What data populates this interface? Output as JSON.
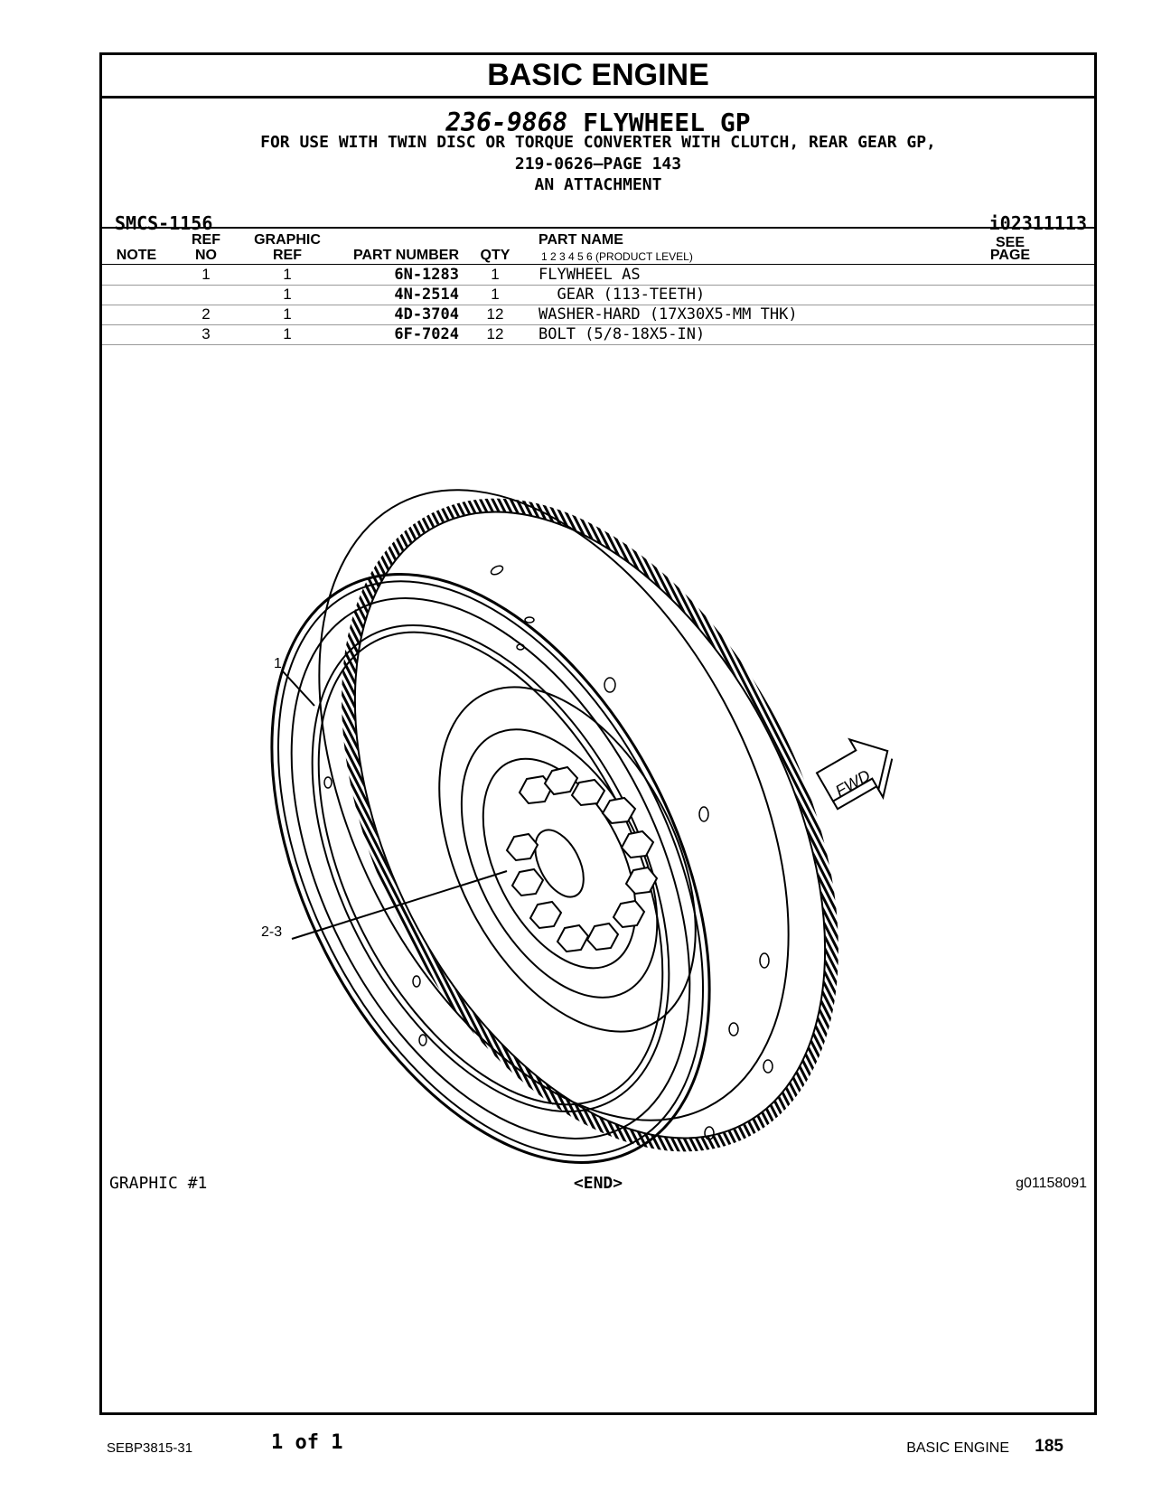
{
  "section_title": "BASIC  ENGINE",
  "group": {
    "part_number": "236-9868",
    "name": "FLYWHEEL GP",
    "desc_line1": "FOR USE WITH TWIN DISC OR TORQUE CONVERTER WITH CLUTCH, REAR GEAR GP,",
    "desc_line2": "219-0626—PAGE 143",
    "desc_line3": "AN ATTACHMENT"
  },
  "smcs": "SMCS-1156",
  "ino": "i02311113",
  "columns": {
    "note": "NOTE",
    "ref_top": "REF",
    "ref_bottom": "NO",
    "graphic_top": "GRAPHIC",
    "graphic_bottom": "REF",
    "part_number": "PART NUMBER",
    "qty": "QTY",
    "part_name": "PART NAME",
    "product_level": "1   2   3   4   5   6   (PRODUCT LEVEL)",
    "see_top": "SEE",
    "see_bottom": "PAGE"
  },
  "parts": [
    {
      "note": "",
      "ref": "1",
      "graphic": "1",
      "part_number": "6N-1283",
      "qty": "1",
      "name": "FLYWHEEL AS"
    },
    {
      "note": "",
      "ref": "",
      "graphic": "1",
      "part_number": "4N-2514",
      "qty": "1",
      "name": "  GEAR (113-TEETH)"
    },
    {
      "note": "",
      "ref": "2",
      "graphic": "1",
      "part_number": "4D-3704",
      "qty": "12",
      "name": "WASHER-HARD (17X30X5-MM THK)"
    },
    {
      "note": "",
      "ref": "3",
      "graphic": "1",
      "part_number": "6F-7024",
      "qty": "12",
      "name": "BOLT (5/8-18X5-IN)"
    }
  ],
  "graphic": {
    "callout_1": "1",
    "callout_2": "2-3",
    "fwd_label": "FWD"
  },
  "footer": {
    "graphic_label": "GRAPHIC #1",
    "end_label": "<END>",
    "graphic_id": "g01158091"
  },
  "page": {
    "doc_number": "SEBP3815-31",
    "page_of": "1 of 1",
    "section": "BASIC ENGINE",
    "number": "185"
  }
}
